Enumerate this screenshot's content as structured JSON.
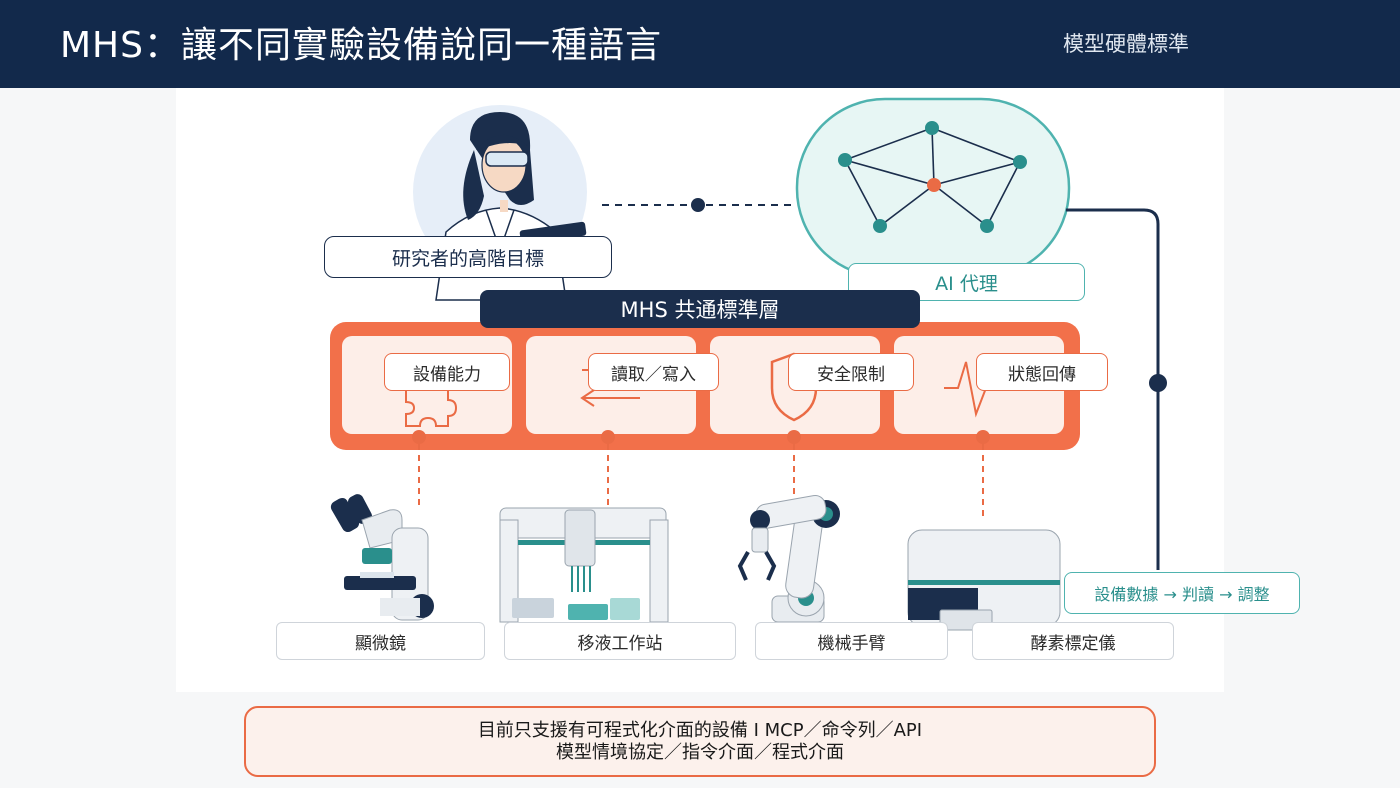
{
  "header": {
    "title": "MHS：讓不同實驗設備說同一種語言",
    "subtitle": "模型硬體標準"
  },
  "diagram": {
    "researcher_goal": "研究者的高階目標",
    "ai_agent": "AI 代理",
    "layer_title": "MHS 共通標準層",
    "capabilities": [
      {
        "label": "設備能力",
        "icon": "puzzle-icon"
      },
      {
        "label": "讀取／寫入",
        "icon": "arrows-icon"
      },
      {
        "label": "安全限制",
        "icon": "shield-icon"
      },
      {
        "label": "狀態回傳",
        "icon": "pulse-icon"
      }
    ],
    "devices": [
      {
        "label": "顯微鏡",
        "icon": "microscope-icon"
      },
      {
        "label": "移液工作站",
        "icon": "liquid-handler-icon"
      },
      {
        "label": "機械手臂",
        "icon": "robot-arm-icon"
      },
      {
        "label": "酵素標定儀",
        "icon": "plate-reader-icon"
      }
    ],
    "feedback_loop": "設備數據 → 判讀 → 調整"
  },
  "note": {
    "line1": "目前只支援有可程式化介面的設備 I MCP／命令列／API",
    "line2": "模型情境協定／指令介面／程式介面"
  },
  "colors": {
    "navy": "#12294b",
    "coral": "#ea6b45",
    "teal": "#2a8f8c"
  }
}
